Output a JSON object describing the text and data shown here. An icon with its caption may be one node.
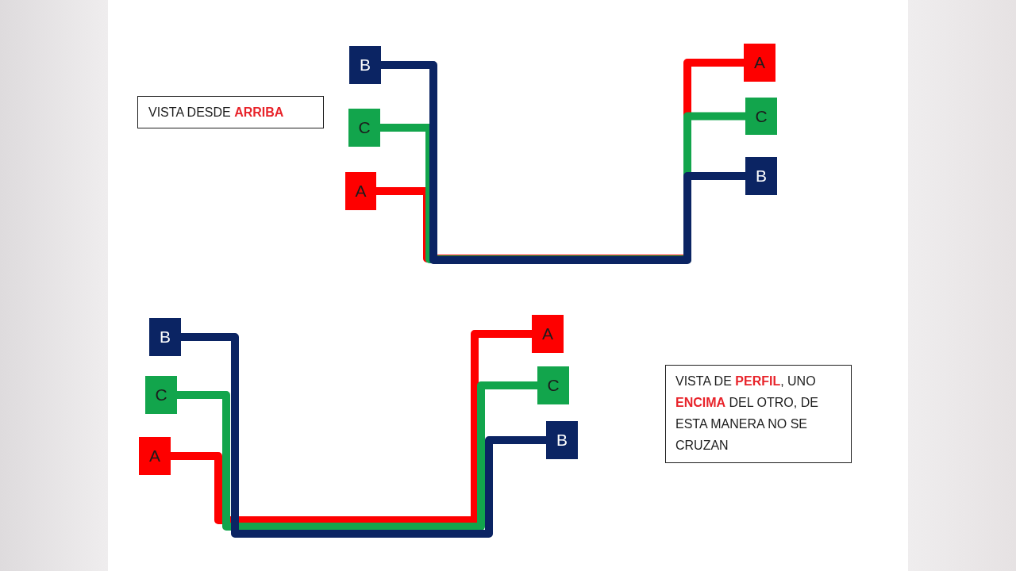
{
  "diagram": {
    "nodes": [
      {
        "text": [
          "VISTA DESDE **ARRIBA**"
        ]
      },
      {
        "text": [
          "B"
        ]
      },
      {
        "text": [
          "C"
        ]
      },
      {
        "text": [
          "A"
        ]
      },
      {
        "text": [
          "A"
        ]
      },
      {
        "text": [
          "C"
        ]
      },
      {
        "text": [
          "B"
        ]
      },
      {
        "text": [
          "B"
        ]
      },
      {
        "text": [
          "C"
        ]
      },
      {
        "text": [
          "A"
        ]
      },
      {
        "text": [
          "A"
        ]
      },
      {
        "text": [
          "C"
        ]
      },
      {
        "text": [
          "B"
        ]
      },
      {
        "text": [
          "VISTA DE **PERFIL**, UNO **ENCIMA** DEL OTRO, DE ESTA MANERA NO SE CRUZAN"
        ]
      }
    ],
    "edges": [
      {
        "from": 1,
        "to": 6,
        "arrow": "none",
        "color": "#0b2463"
      },
      {
        "from": 2,
        "to": 5,
        "arrow": "none",
        "color": "#12a54c"
      },
      {
        "from": 3,
        "to": 4,
        "arrow": "none",
        "color": "#fe0000"
      },
      {
        "from": 7,
        "to": 12,
        "arrow": "none",
        "color": "#0b2463"
      },
      {
        "from": 8,
        "to": 11,
        "arrow": "none",
        "color": "#12a54c"
      },
      {
        "from": 9,
        "to": 10,
        "arrow": "none",
        "color": "#fe0000"
      }
    ]
  }
}
